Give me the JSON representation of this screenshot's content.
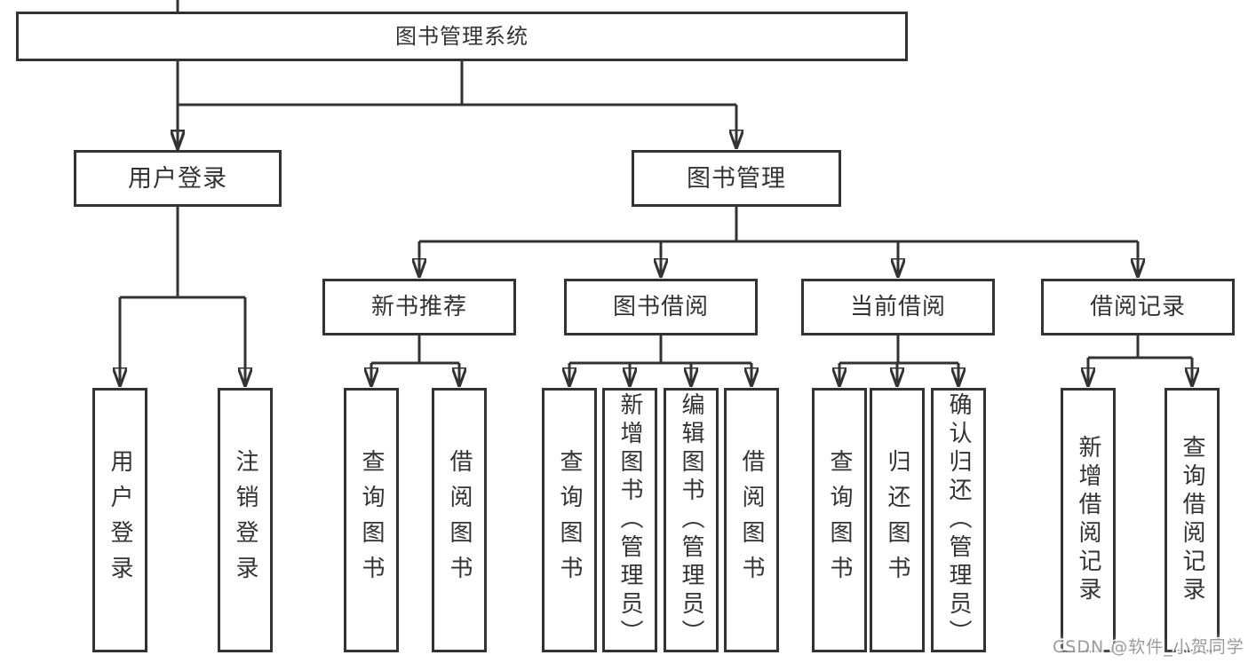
{
  "diagram_title": "图书管理系统",
  "tree": {
    "label": "图书管理系统",
    "children": [
      {
        "label": "用户登录",
        "children": [
          {
            "label": "用户登录"
          },
          {
            "label": "注销登录"
          }
        ]
      },
      {
        "label": "图书管理",
        "children": [
          {
            "label": "新书推荐",
            "children": [
              {
                "label": "查询图书"
              },
              {
                "label": "借阅图书"
              }
            ]
          },
          {
            "label": "图书借阅",
            "children": [
              {
                "label": "查询图书"
              },
              {
                "label": "新增图书（管理员）"
              },
              {
                "label": "编辑图书（管理员）"
              },
              {
                "label": "借阅图书"
              }
            ]
          },
          {
            "label": "当前借阅",
            "children": [
              {
                "label": "查询图书"
              },
              {
                "label": "归还图书"
              },
              {
                "label": "确认归还（管理员）"
              }
            ]
          },
          {
            "label": "借阅记录",
            "children": [
              {
                "label": "新增借阅记录"
              },
              {
                "label": "查询借阅记录"
              }
            ]
          }
        ]
      }
    ]
  },
  "watermark": "CSDN @软件_小贺同学",
  "colors": {
    "line": "#333333",
    "box_border": "#333333",
    "box_background": "#ffffff",
    "text": "#333333",
    "watermark_text": "#9b9b9b",
    "page_background": "#ffffff"
  }
}
